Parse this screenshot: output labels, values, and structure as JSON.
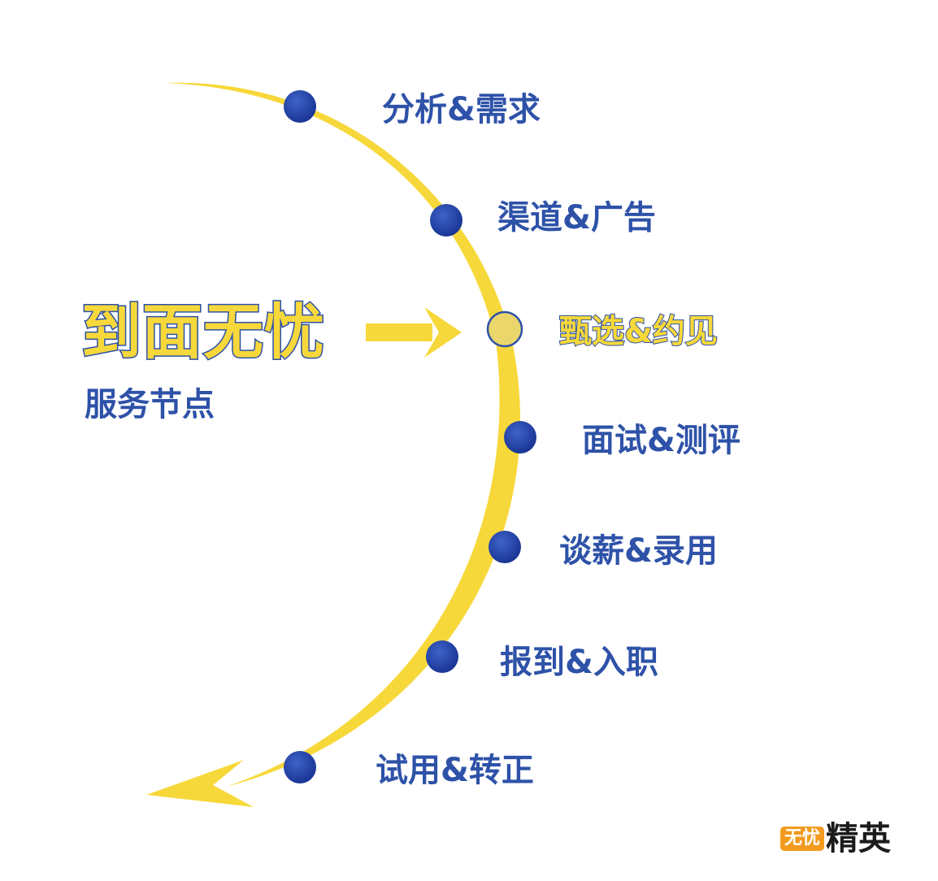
{
  "title": {
    "main": "到面无忧",
    "subtitle": "服务节点"
  },
  "steps": [
    {
      "label": "分析&需求"
    },
    {
      "label": "渠道&广告"
    },
    {
      "label": "甄选&约见",
      "active": true
    },
    {
      "label": "面试&测评"
    },
    {
      "label": "谈薪&录用"
    },
    {
      "label": "报到&入职"
    },
    {
      "label": "试用&转正"
    }
  ],
  "logo": {
    "badge": "无忧",
    "text": "精英"
  },
  "colors": {
    "blue": "#2E52A8",
    "yellow": "#F7D83A",
    "dot": "#1F3FA5",
    "badge": "#F29B1E"
  }
}
